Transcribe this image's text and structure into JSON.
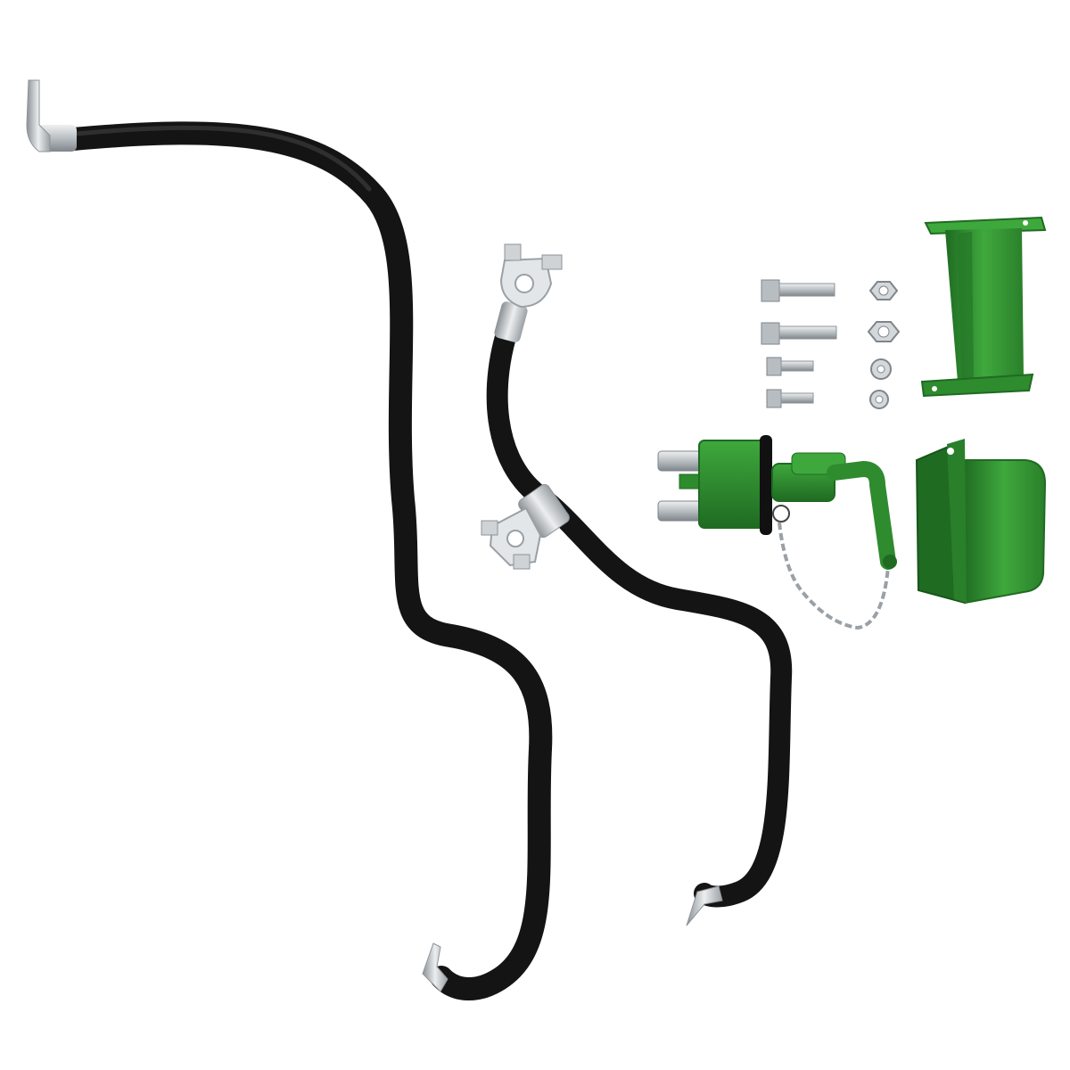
{
  "image": {
    "subject": "battery-disconnect-kit-parts",
    "colors": {
      "background": "#ffffff",
      "cable": "#141414",
      "metal": "#c9cdd0",
      "metal_dark": "#8e9398",
      "green": "#2e8b2e",
      "green_dark": "#1f6b22",
      "green_light": "#3fa83c"
    },
    "parts": [
      {
        "name": "long-battery-cable",
        "icon": "cable-icon"
      },
      {
        "name": "battery-clamp-cable",
        "icon": "cable-icon"
      },
      {
        "name": "hex-bolts",
        "icon": "bolt-icon",
        "count": 4
      },
      {
        "name": "nuts-and-washers",
        "icon": "nut-icon",
        "count": 4
      },
      {
        "name": "mounting-bracket",
        "icon": "bracket-icon"
      },
      {
        "name": "disconnect-switch-with-key",
        "icon": "switch-icon"
      },
      {
        "name": "switch-cover",
        "icon": "cover-icon"
      }
    ]
  }
}
